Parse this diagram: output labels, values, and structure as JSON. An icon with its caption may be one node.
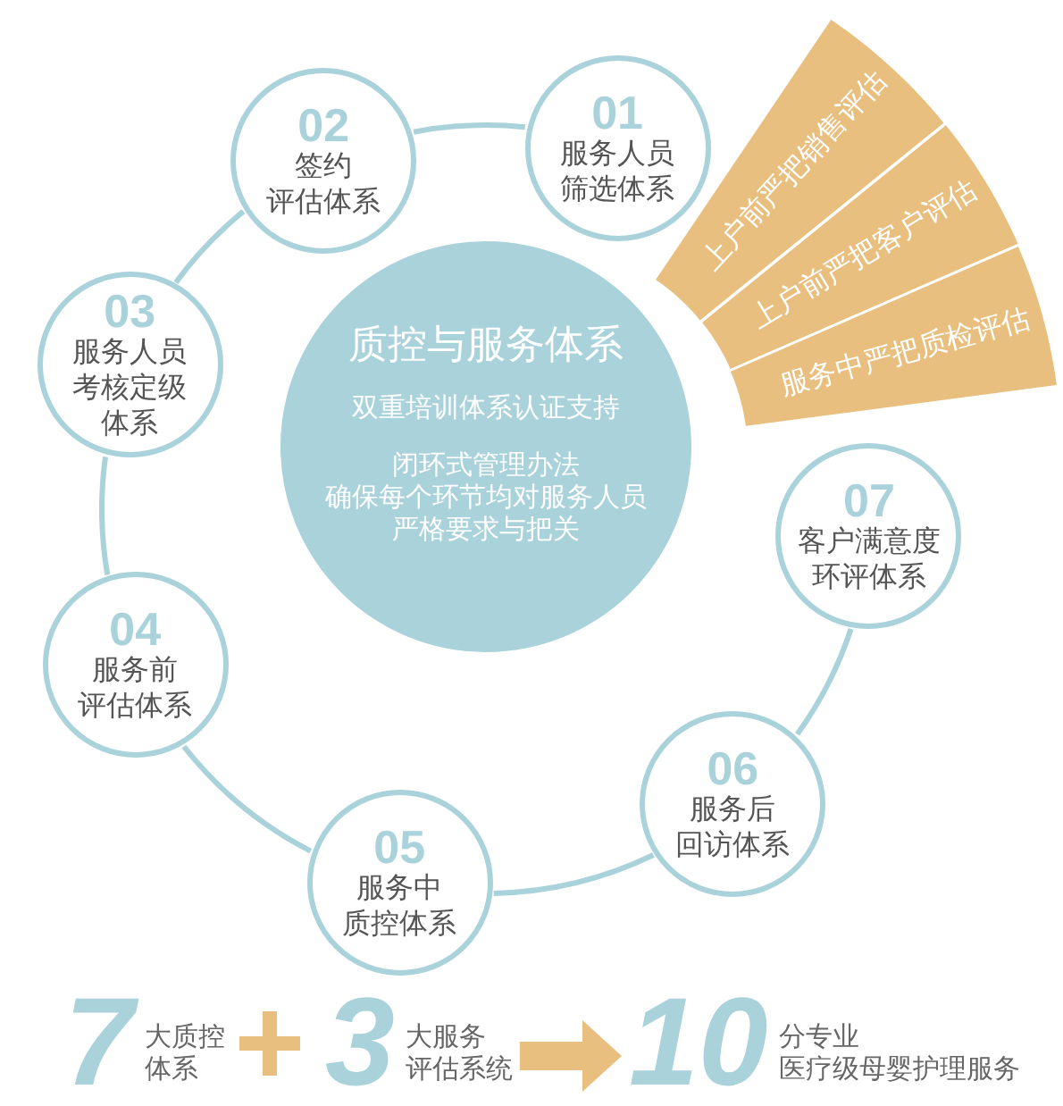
{
  "diagram": {
    "nodes": [
      {
        "text": [
          "质控与服务体系",
          "双重培训体系认证支持",
          "闭环式管理办法确保每个环节均对服务人员严格要求与把关"
        ]
      },
      {
        "text": [
          "01",
          "服务人员筛选体系"
        ]
      },
      {
        "text": [
          "02",
          "签约评估体系"
        ]
      },
      {
        "text": [
          "03",
          "服务人员考核定级体系"
        ]
      },
      {
        "text": [
          "04",
          "服务前评估体系"
        ]
      },
      {
        "text": [
          "05",
          "服务中质控体系"
        ]
      },
      {
        "text": [
          "06",
          "服务后回访体系"
        ]
      },
      {
        "text": [
          "07",
          "客户满意度环评体系"
        ]
      },
      {
        "text": [
          "上户前严把销售评估"
        ]
      },
      {
        "text": [
          "上户前严把客户评估"
        ]
      },
      {
        "text": [
          "服务中严把质检评估"
        ]
      },
      {
        "text": [
          "7",
          "大质控体系"
        ]
      },
      {
        "text": [
          "3",
          "大服务评估系统"
        ]
      },
      {
        "text": [
          "10",
          "分专业医疗级母婴护理服务"
        ]
      }
    ],
    "edges": [
      {
        "from": 7,
        "to": 6,
        "arrow": "none"
      },
      {
        "from": 6,
        "to": 5,
        "arrow": "none"
      },
      {
        "from": 5,
        "to": 4,
        "arrow": "none"
      },
      {
        "from": 4,
        "to": 3,
        "arrow": "none"
      },
      {
        "from": 3,
        "to": 2,
        "arrow": "none"
      },
      {
        "from": 2,
        "to": 1,
        "arrow": "none"
      },
      {
        "from": 12,
        "to": 13,
        "arrow": "to",
        "style": "thick",
        "color": "#e8bf7e"
      }
    ]
  }
}
